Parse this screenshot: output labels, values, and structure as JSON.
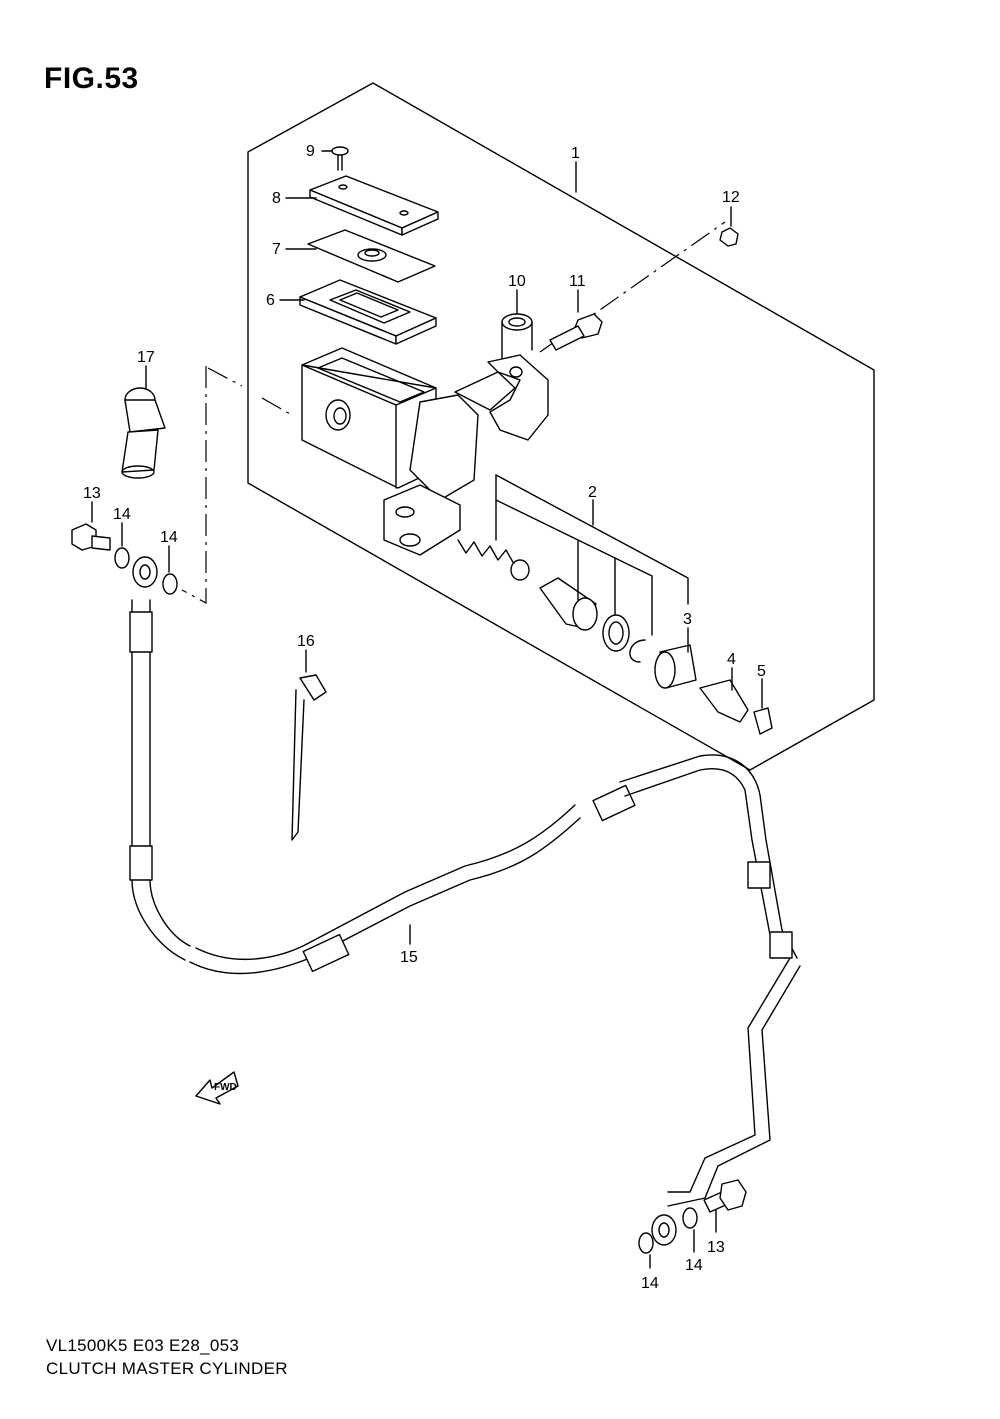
{
  "figure": {
    "title": "FIG.53",
    "model_code": "VL1500K5 E03 E28_053",
    "name": "CLUTCH MASTER CYLINDER"
  },
  "callouts": {
    "p1": "1",
    "p2": "2",
    "p3": "3",
    "p4": "4",
    "p5": "5",
    "p6": "6",
    "p7": "7",
    "p8": "8",
    "p9": "9",
    "p10": "10",
    "p11": "11",
    "p12": "12",
    "p13a": "13",
    "p13b": "13",
    "p14a": "14",
    "p14b": "14",
    "p14c": "14",
    "p14d": "14",
    "p15": "15",
    "p16": "16",
    "p17": "17"
  },
  "direction_marker": {
    "label": "FWD",
    "icon": "fwd-arrow-icon"
  }
}
